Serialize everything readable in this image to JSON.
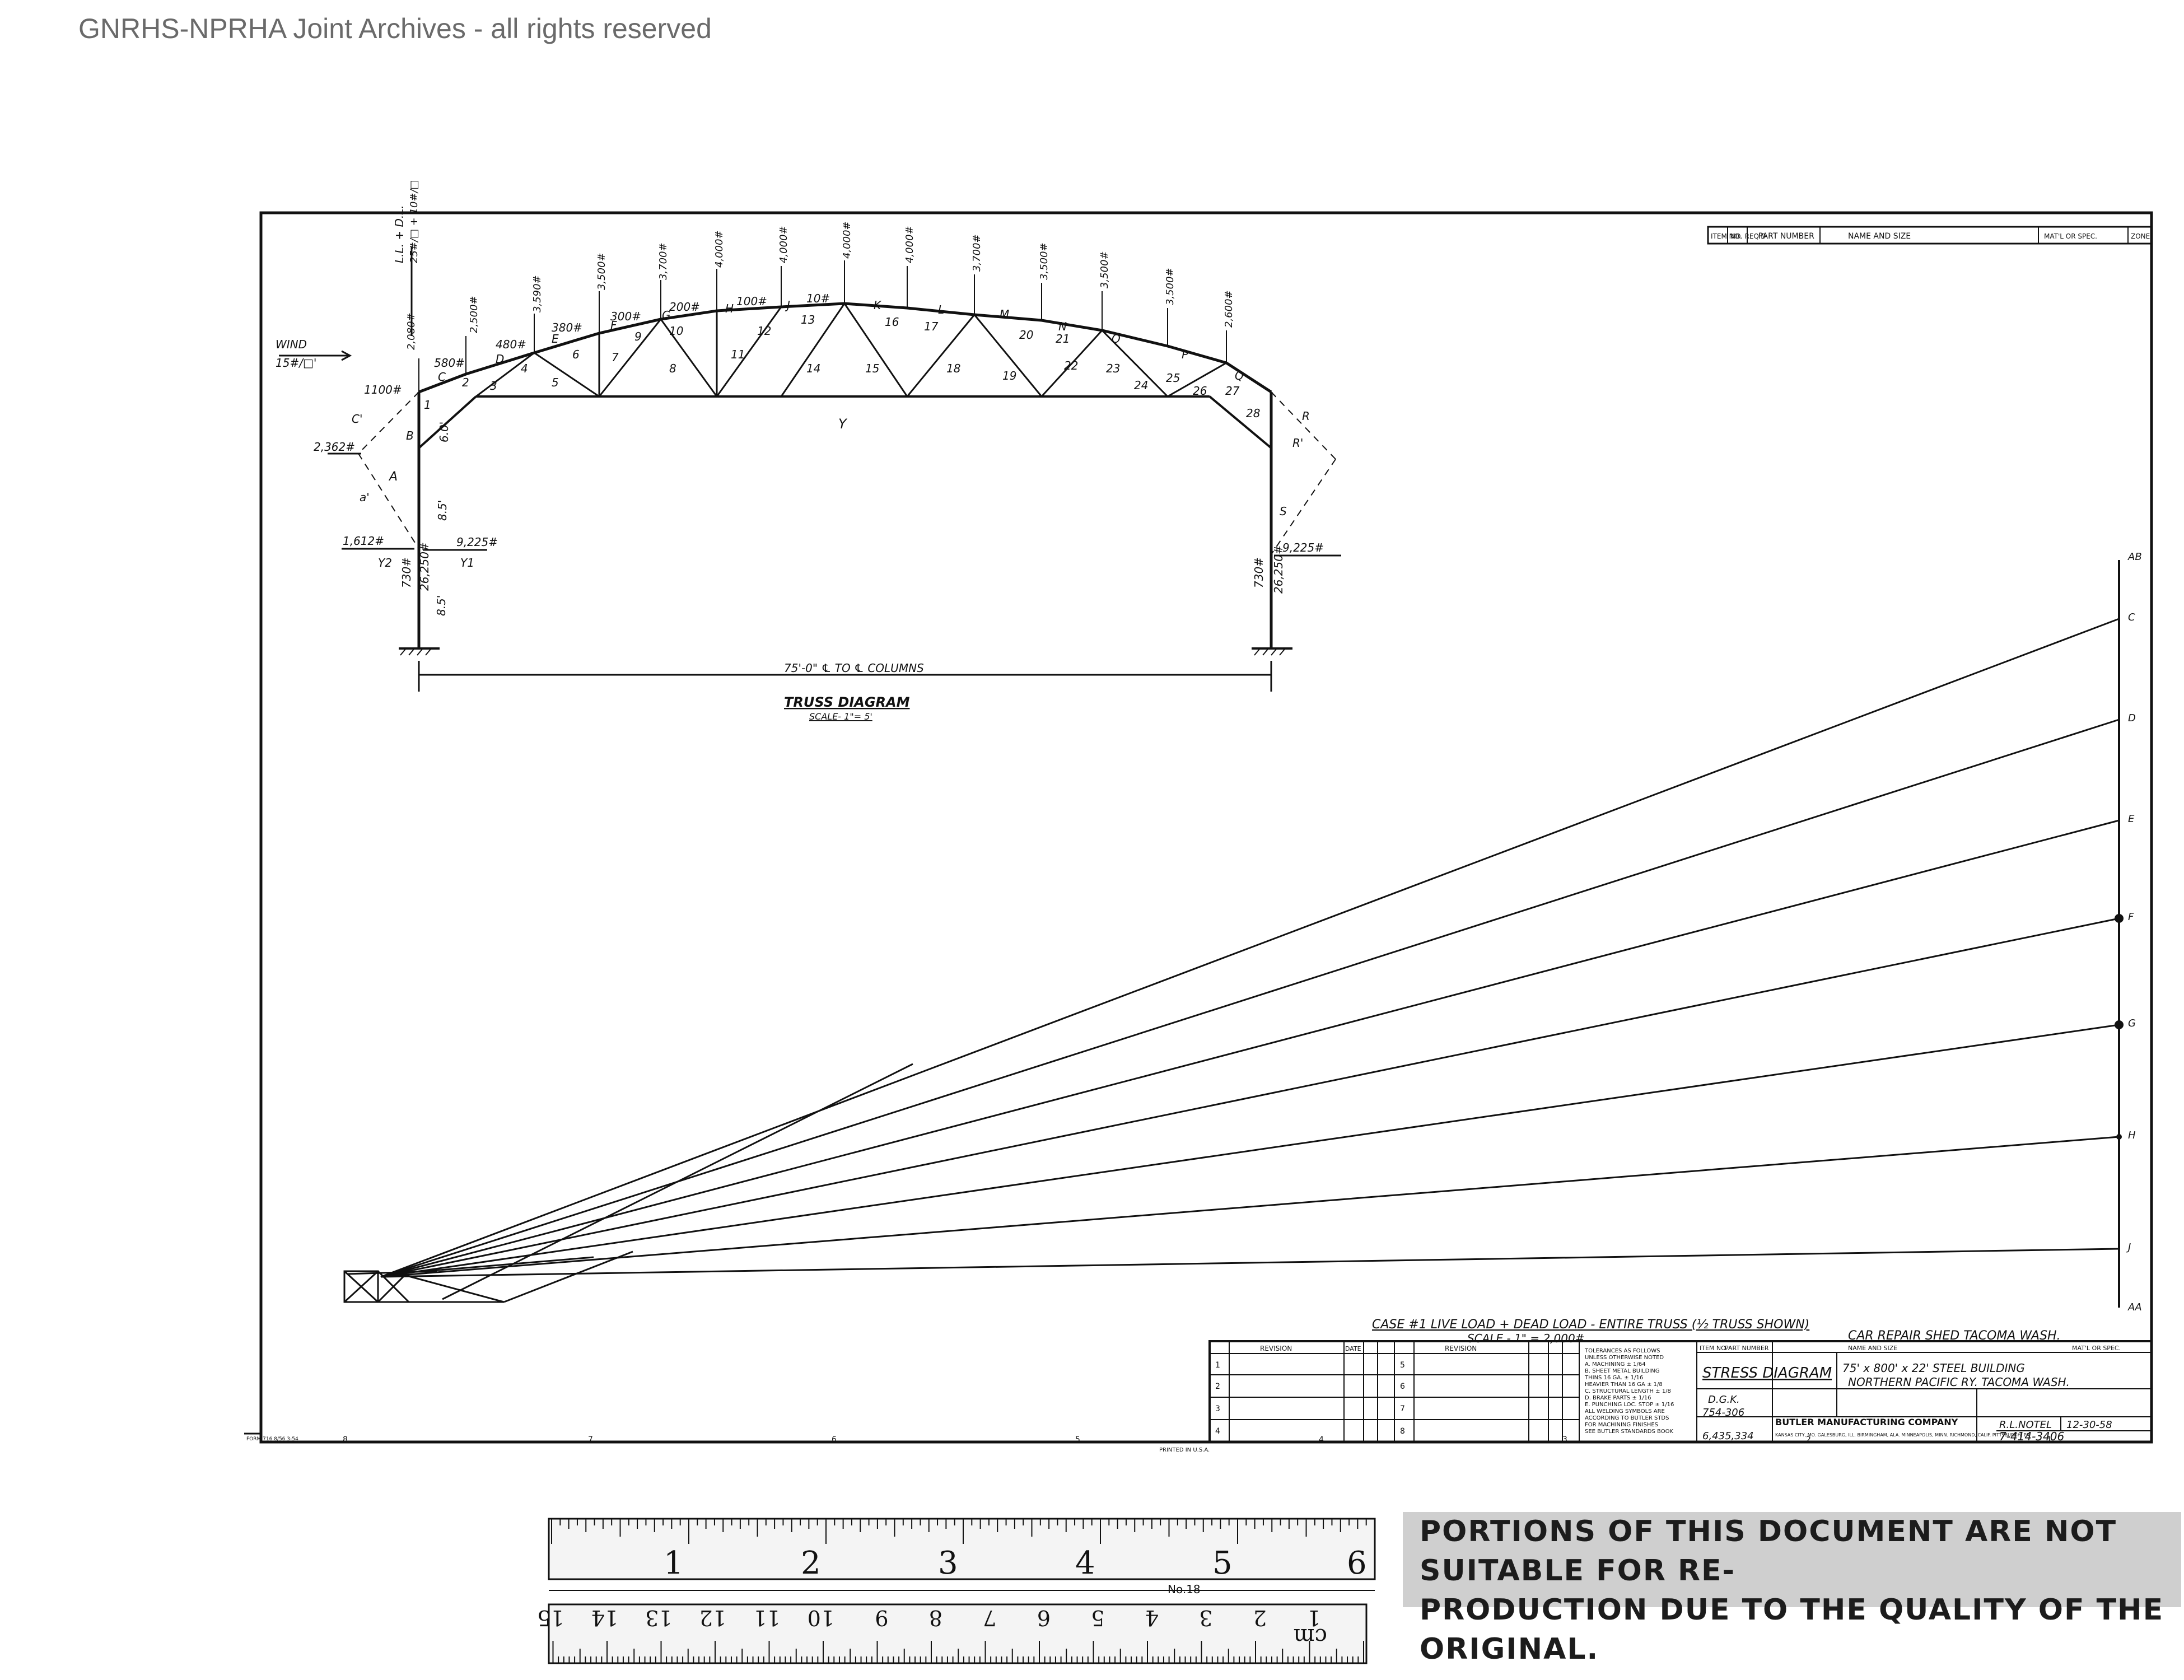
{
  "watermark": "GNRHS-NPRHA Joint Archives - all rights reserved",
  "truss_diagram": {
    "title": "TRUSS DIAGRAM",
    "scale": "SCALE- 1\"= 5'",
    "span": "75'-0\" ℄ TO ℄ COLUMNS",
    "wind": "WIND",
    "wind_load": "15#/□'",
    "load_note": "L.L. + D.L.",
    "load_note2": "25#/□ + 10#/□",
    "loads": [
      "2,080#",
      "2,500#",
      "3,590#",
      "3,500#",
      "3,700#",
      "4,000#",
      "4,000#",
      "4,000#",
      "4,000#",
      "3,700#",
      "3,500#",
      "3,500#",
      "3,500#",
      "2,600#"
    ],
    "panel_loads": [
      "1100#",
      "580#",
      "480#",
      "380#",
      "300#",
      "200#",
      "100#",
      "10#"
    ],
    "upper_panels": [
      "C",
      "D",
      "E",
      "F",
      "G",
      "H",
      "J",
      "K",
      "L",
      "M",
      "N",
      "O",
      "P",
      "Q",
      "R"
    ],
    "web_numbers": [
      "1",
      "2",
      "3",
      "4",
      "5",
      "6",
      "7",
      "8",
      "9",
      "10",
      "11",
      "12",
      "13",
      "14",
      "15",
      "16",
      "17",
      "18",
      "19",
      "20",
      "21",
      "22",
      "23",
      "24",
      "25",
      "26",
      "27",
      "28"
    ],
    "side_labels": [
      "C'",
      "B",
      "A",
      "a'",
      "Y2",
      "Y1",
      "R'",
      "S",
      "Y"
    ],
    "left_loads": [
      "2,362#",
      "1,612#",
      "9,225#",
      "730#",
      "26,250#"
    ],
    "right_loads": [
      "9,225#",
      "730#",
      "26,250#"
    ],
    "dims": [
      "6.0'",
      "8.5'",
      "8.5'"
    ]
  },
  "stress_diagram": {
    "caption": "CASE #1  LIVE LOAD + DEAD LOAD - ENTIRE TRUSS (½ TRUSS SHOWN)",
    "scale": "SCALE - 1\" = 2,000#",
    "axis_labels": [
      "AB",
      "C",
      "D",
      "E",
      "F",
      "G",
      "H",
      "J",
      "AA"
    ]
  },
  "title_block": {
    "project": "CAR REPAIR SHED  TACOMA WASH.",
    "header": {
      "item": "ITEM NO.",
      "no_reqd": "NO. REQ'D",
      "part": "PART NUMBER",
      "name": "NAME AND SIZE",
      "matl": "MAT'L OR SPEC.",
      "zone": "ZONE"
    },
    "revision": "REVISION",
    "date": "DATE",
    "rows": [
      "1",
      "2",
      "3",
      "4",
      "5",
      "6",
      "7",
      "8"
    ],
    "notes": [
      "TOLERANCES AS FOLLOWS",
      "UNLESS OTHERWISE NOTED",
      "A. MACHINING ± 1/64",
      "B. SHEET METAL BUILDING",
      "   THINS 16 GA. ± 1/16",
      "   HEAVIER THAN 16 GA ± 1/8",
      "C. STRUCTURAL LENGTH ± 1/8",
      "D. BRAKE PARTS ± 1/16",
      "E. PUNCHING LOC. STOP ± 1/16",
      "ALL WELDING SYMBOLS ARE",
      "ACCORDING TO BUTLER STDS",
      "FOR MACHINING FINISHES",
      "SEE BUTLER STANDARDS BOOK"
    ],
    "drawing_title": "STRESS DIAGRAM",
    "description1": "75' x 800' x 22' STEEL BUILDING",
    "description2": "NORTHERN PACIFIC RY.  TACOMA WASH.",
    "drawn_by": "D.G.K.",
    "customer_no": "754-306",
    "order_no": "6,435,334",
    "company": "BUTLER MANUFACTURING COMPANY",
    "locations": "KANSAS CITY, MO.  GALESBURG, ILL.  BIRMINGHAM, ALA.  MINNEAPOLIS, MINN.  RICHMOND, CALIF.  PITTSBURGH, PA.",
    "checked": "R.L.NOTEL",
    "date_value": "12-30-58",
    "drawing_no": "7-414-3406",
    "printed": "PRINTED IN U.S.A.",
    "form": "FORM 716 8/56 3-54",
    "zones": [
      "8",
      "7",
      "6",
      "5",
      "4",
      "3",
      "2",
      "1"
    ]
  },
  "ruler": {
    "inches": [
      "1",
      "2",
      "3",
      "4",
      "5",
      "6"
    ],
    "cm": [
      "1",
      "2",
      "3",
      "4",
      "5",
      "6",
      "7",
      "8",
      "9",
      "10",
      "11",
      "12",
      "13",
      "14",
      "15"
    ],
    "cm_label": "cm",
    "model": "No.18"
  },
  "notice": {
    "line1": "PORTIONS OF THIS DOCUMENT ARE NOT SUITABLE FOR RE-",
    "line2": "PRODUCTION DUE TO THE QUALITY OF THE ORIGINAL."
  }
}
